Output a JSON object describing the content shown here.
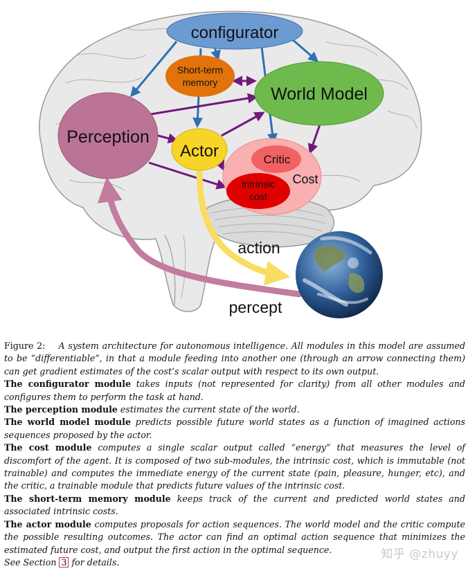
{
  "diagram": {
    "nodes": {
      "configurator": "configurator",
      "short_term_memory_1": "Short-term",
      "short_term_memory_2": "memory",
      "world_model": "World Model",
      "perception": "Perception",
      "actor": "Actor",
      "critic": "Critic",
      "intrinsic_cost_1": "Intrinsic",
      "intrinsic_cost_2": "cost",
      "cost": "Cost"
    },
    "edge_labels": {
      "action": "action",
      "percept": "percept"
    },
    "colors": {
      "configurator": "#6c9bd2",
      "short_term_memory": "#e2720a",
      "world_model": "#6fba4c",
      "perception": "#bb7496",
      "actor": "#f7d428",
      "critic": "#f26262",
      "intrinsic_cost": "#e00000",
      "cost": "#f8b0b0",
      "arrow_blue": "#2f6fb4",
      "arrow_purple": "#70197a",
      "action_arrow": "#f9dc62",
      "percept_arrow": "#c17c9e"
    }
  },
  "caption": {
    "fig_label": "Figure 2:",
    "fig_text": "A system architecture for autonomous intelligence. All modules in this model are assumed to be “differentiable”, in that a module feeding into another one (through an arrow connecting them) can get gradient estimates of the cost’s scalar output with respect to its own output.",
    "configurator_title": "The configurator module",
    "configurator_text": "takes inputs (not represented for clarity) from all other modules and configures them to perform the task at hand.",
    "perception_title": "The perception module",
    "perception_text": "estimates the current state of the world.",
    "world_model_title": "The world model module",
    "world_model_text": "predicts possible future world states as a function of imagined actions sequences proposed by the actor.",
    "cost_title": "The cost module",
    "cost_text": "computes a single scalar output called “energy” that measures the level of discomfort of the agent. It is composed of two sub-modules, the intrinsic cost, which is immutable (not trainable) and computes the immediate energy of the current state (pain, pleasure, hunger, etc), and the critic, a trainable module that predicts future values of the intrinsic cost.",
    "memory_title": "The short-term memory module",
    "memory_text": "keeps track of the current and predicted world states and associated intrinsic costs.",
    "actor_title": "The actor module",
    "actor_text": "computes proposals for action sequences. The world model and the critic compute the possible resulting outcomes. The actor can find an optimal action sequence that minimizes the estimated future cost, and output the first action in the optimal sequence.",
    "see_prefix": "See Section",
    "section_ref": "3",
    "see_suffix": "for details."
  },
  "watermark": "知乎 @zhuyy"
}
